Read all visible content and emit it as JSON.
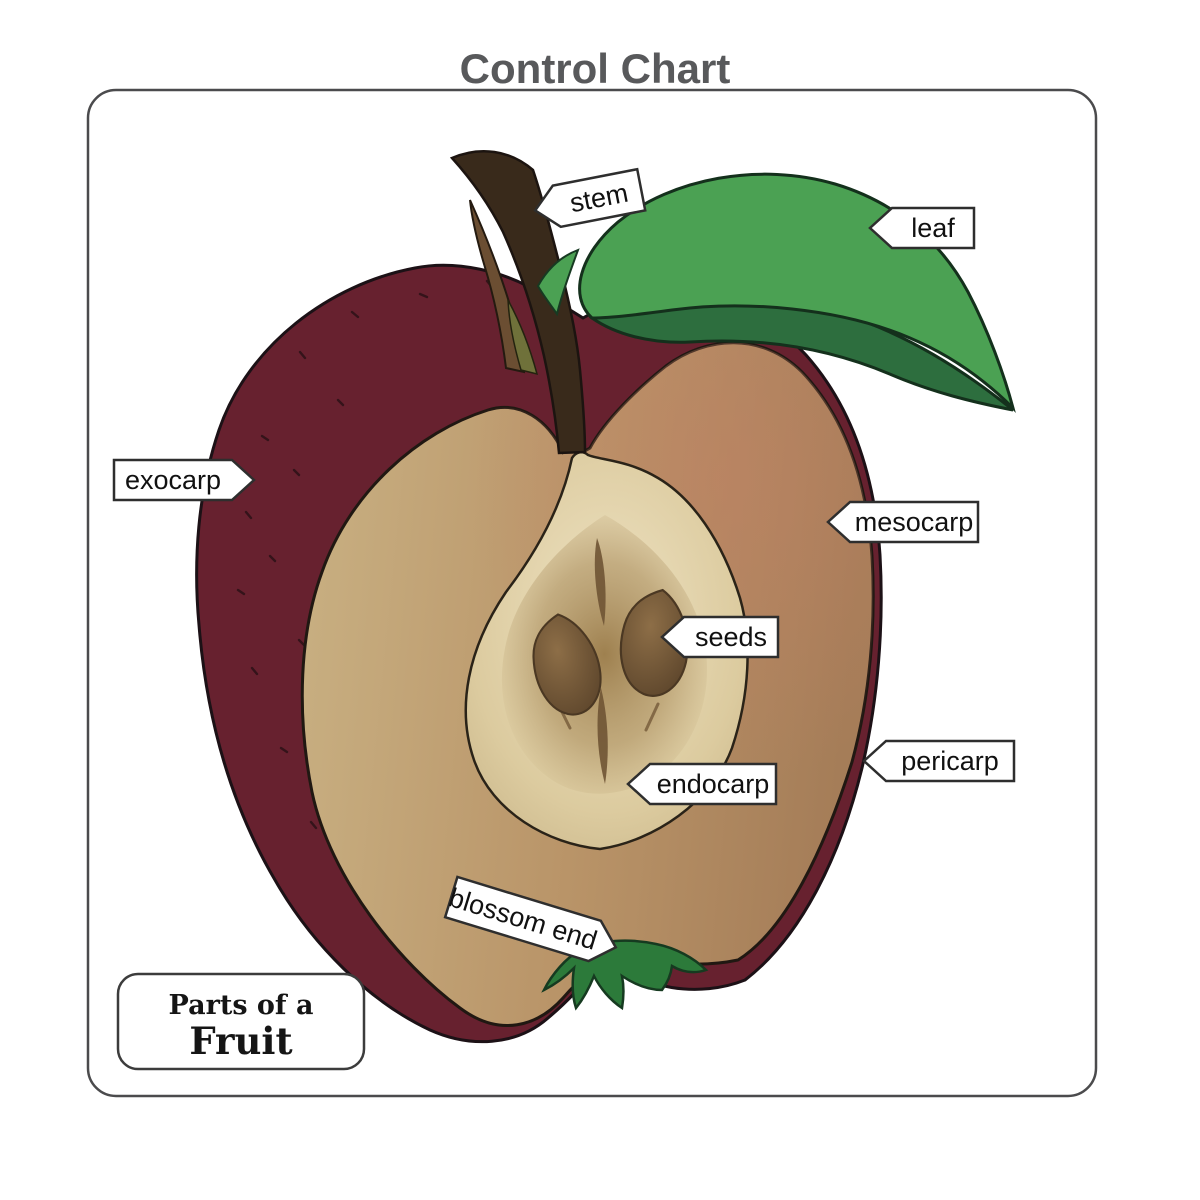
{
  "title": "Control Chart",
  "caption": {
    "line1": "Parts of a",
    "line2": "Fruit"
  },
  "labels": {
    "stem": "stem",
    "leaf": "leaf",
    "exocarp": "exocarp",
    "mesocarp": "mesocarp",
    "seeds": "seeds",
    "endocarp": "endocarp",
    "pericarp": "pericarp",
    "blossom_end": "blossom end"
  },
  "colors": {
    "title_text": "#58595b",
    "frame_border": "#4b4b4d",
    "apple_skin": "#67212f",
    "flesh_light": "#cbb286",
    "flesh_dark": "#a8805a",
    "core_cream": "#e9dcba",
    "seed_brown": "#6f5434",
    "leaf_light": "#4ba153",
    "leaf_dark": "#2d6e3e",
    "stem_brown": "#392a1b",
    "calyx_green": "#2c7a3a",
    "label_fill": "#ffffff",
    "label_border": "#2e2e2e"
  }
}
